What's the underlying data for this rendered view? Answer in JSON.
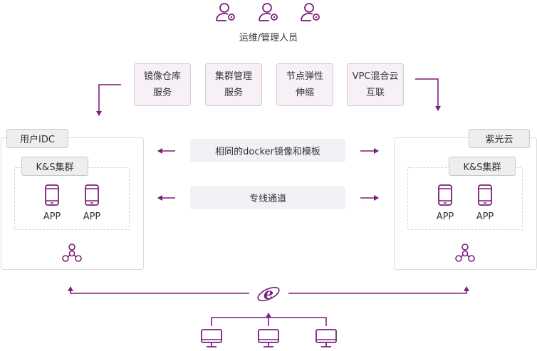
{
  "top": {
    "ops_label": "运维/管理人员",
    "user_icons": [
      "user-gear-icon",
      "user-gear-icon",
      "user-gear-icon"
    ]
  },
  "services": [
    {
      "line1": "镜像仓库",
      "line2": "服务"
    },
    {
      "line1": "集群管理",
      "line2": "服务"
    },
    {
      "line1": "节点弹性",
      "line2": "伸缩"
    },
    {
      "line1": "VPC混合云",
      "line2": "互联"
    }
  ],
  "left_panel": {
    "title": "用户IDC",
    "cluster_label": "K&S集群",
    "apps": [
      "APP",
      "APP"
    ]
  },
  "right_panel": {
    "title": "紫光云",
    "cluster_label": "K&S集群",
    "apps": [
      "APP",
      "APP"
    ]
  },
  "middle": {
    "docker_label": "相同的docker镜像和模板",
    "channel_label": "专线通道"
  },
  "bottom": {
    "browser_icon": "ie-browser-icon",
    "monitors": [
      "monitor-icon",
      "monitor-icon",
      "monitor-icon"
    ]
  },
  "colors": {
    "accent": "#7a1f7a",
    "service_bg": "#f7f0f7",
    "tag_bg": "#eeeeee",
    "mid_bar_bg": "#f4f1f6"
  }
}
